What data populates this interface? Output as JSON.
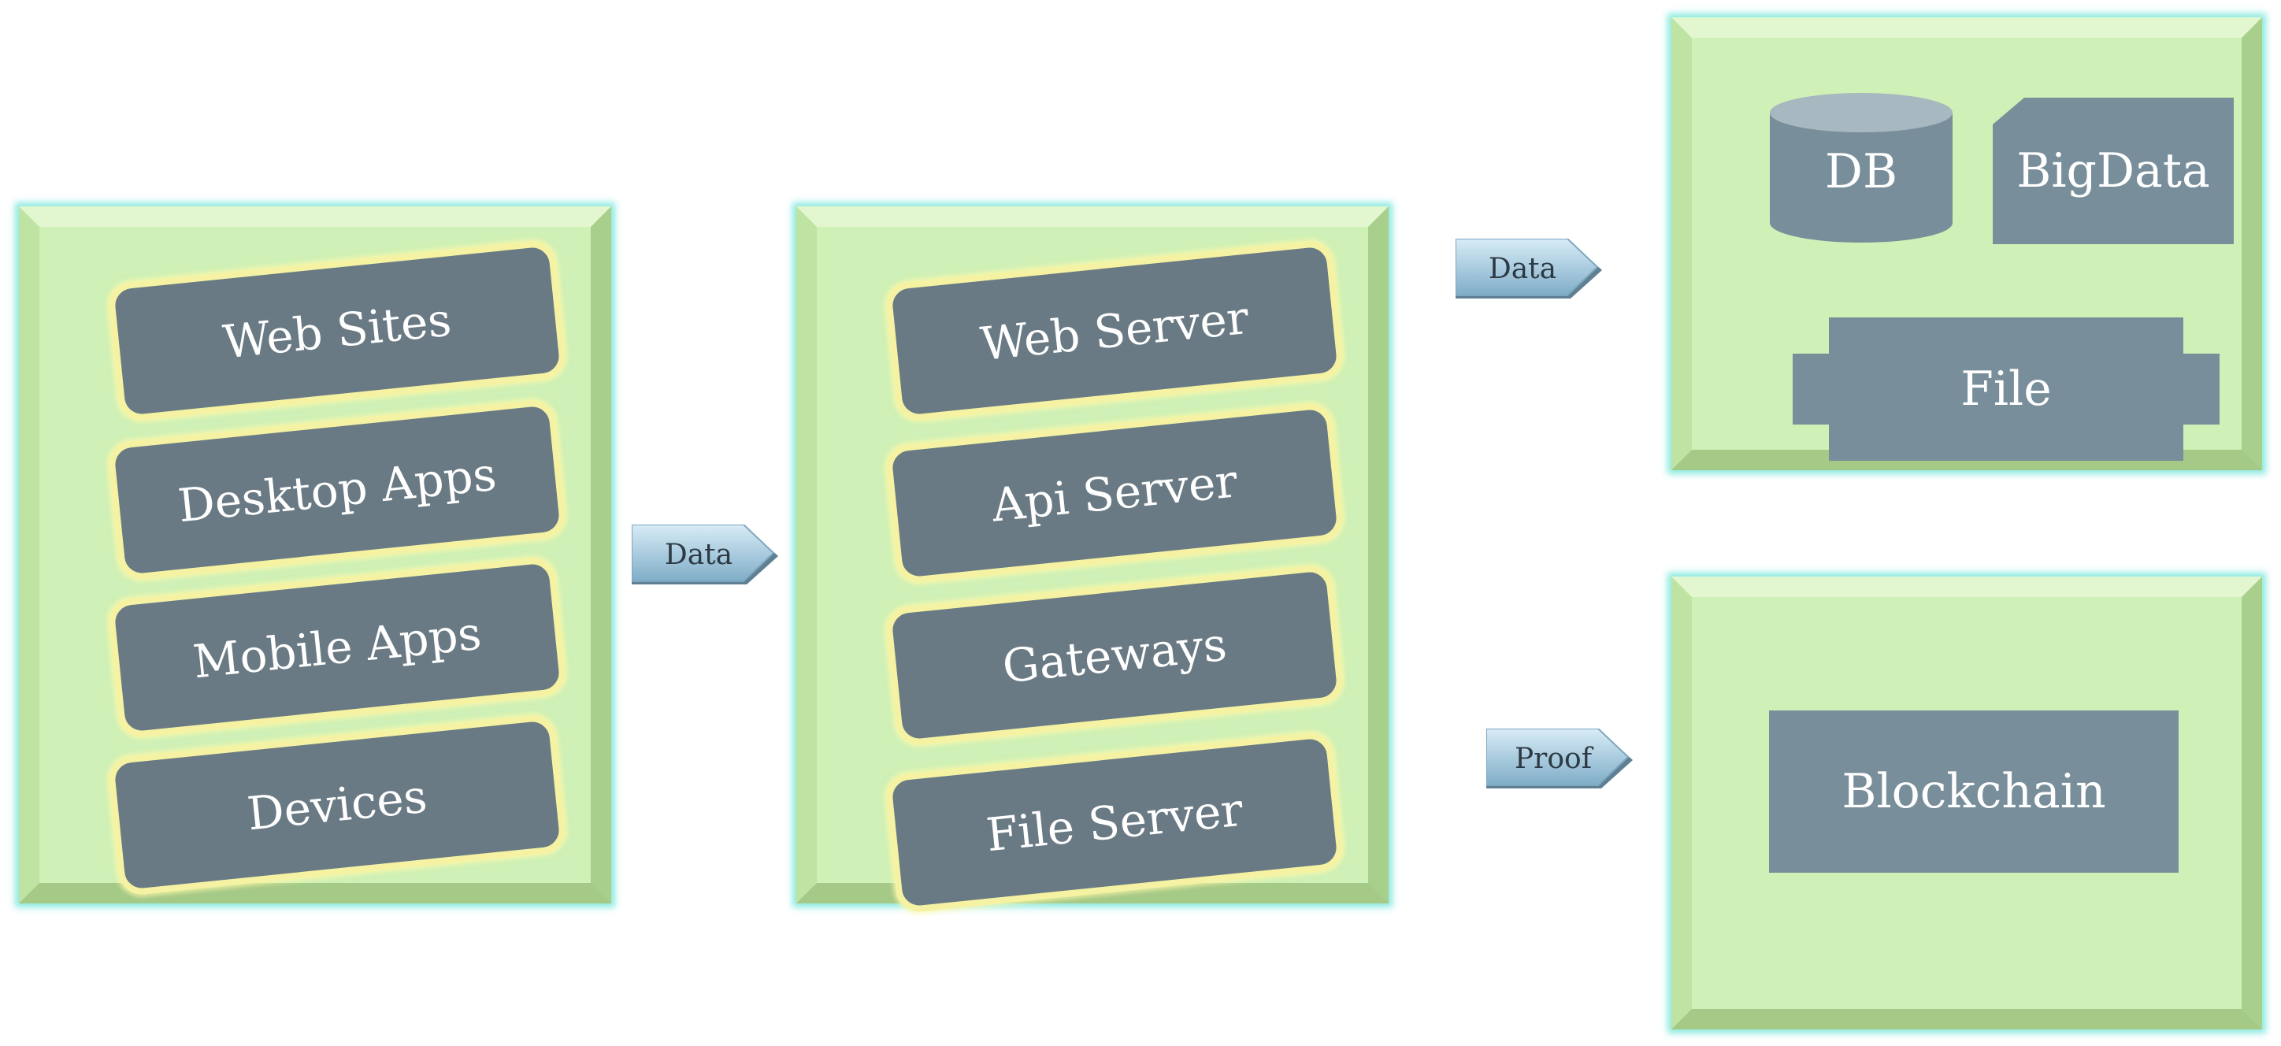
{
  "sources": {
    "items": [
      {
        "label": "Web Sites"
      },
      {
        "label": "Desktop Apps"
      },
      {
        "label": "Mobile Apps"
      },
      {
        "label": "Devices"
      }
    ]
  },
  "servers": {
    "items": [
      {
        "label": "Web Server"
      },
      {
        "label": "Api Server"
      },
      {
        "label": "Gateways"
      },
      {
        "label": "File Server"
      }
    ]
  },
  "arrows": {
    "sources_to_servers": "Data",
    "to_storage": "Data",
    "to_blockchain": "Proof"
  },
  "storage": {
    "db": "DB",
    "bigdata": "BigData",
    "file": "File"
  },
  "ledger": {
    "blockchain": "Blockchain"
  },
  "colors": {
    "panel": "#cff0b6",
    "item": "#6a7a84",
    "item_border": "#f5f3a3",
    "storage_shape": "#788e9a",
    "arrow_top": "#cfe6f3",
    "arrow_bottom": "#84b2cc"
  }
}
